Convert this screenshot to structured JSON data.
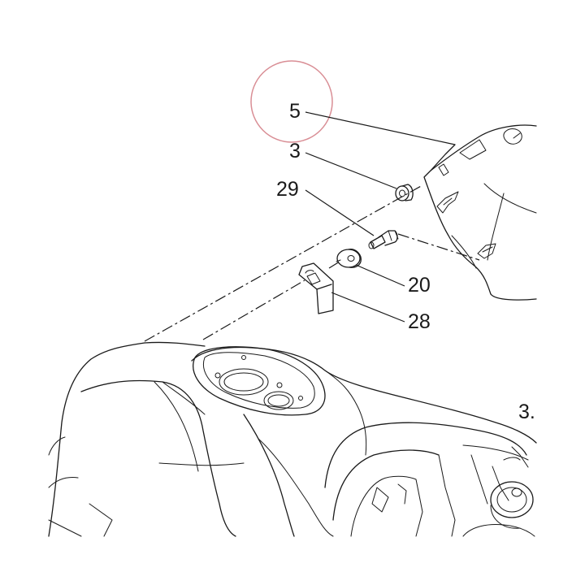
{
  "callouts": {
    "c5": "5",
    "c3": "3",
    "c29": "29",
    "c20": "20",
    "c28": "28",
    "c3dot": "3."
  },
  "highlight_color": "#d98e95",
  "line_color": "#1a1a1a"
}
